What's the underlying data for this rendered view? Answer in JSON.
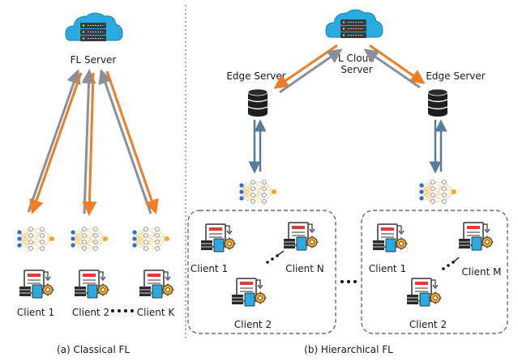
{
  "panel_a": {
    "server_label": "FL Server",
    "clients": [
      "Client 1",
      "Client 2",
      "Client K"
    ],
    "caption": "(a) Classical FL"
  },
  "panel_b": {
    "cloud_label_line1": "FL Cloud",
    "cloud_label_line2": "Server",
    "edge_left_label": "Edge Server",
    "edge_right_label": "Edge Server",
    "group_left_clients": [
      "Client 1",
      "Client N",
      "Client 2"
    ],
    "group_right_clients": [
      "Client 1",
      "Client M",
      "Client 2"
    ],
    "caption": "(b) Hierarchical FL"
  },
  "colors": {
    "cloud": "#29abe2",
    "server_body": "#3a3a3a",
    "arrow_gray": "#8a8f99",
    "arrow_orange": "#f07c24",
    "arrow_blue": "#5a7a9a",
    "nn_input": "#2e6fd6",
    "nn_output": "#f5a623",
    "dashed": "#555555"
  },
  "icons": {
    "cloud_server": "cloud-server-icon",
    "database": "database-icon",
    "neural_net": "neural-network-icon",
    "client": "client-device-icon"
  }
}
